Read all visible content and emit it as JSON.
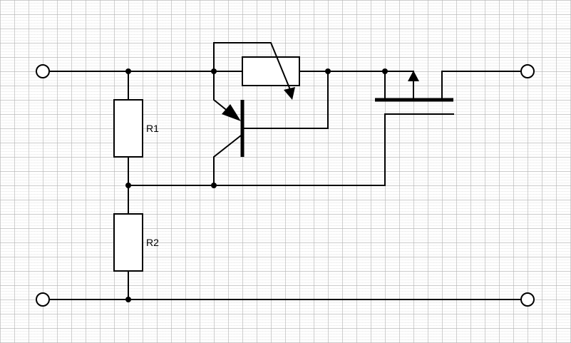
{
  "diagram": {
    "type": "circuit-schematic",
    "labels": {
      "r1": "R1",
      "r2": "R2"
    },
    "colors": {
      "background": "#ffffff",
      "grid": "#c8c8c8",
      "wire": "#000000"
    },
    "components": [
      {
        "kind": "resistor",
        "label": "R1"
      },
      {
        "kind": "resistor",
        "label": "R2"
      },
      {
        "kind": "potentiometer"
      },
      {
        "kind": "pnp-transistor"
      },
      {
        "kind": "mosfet"
      }
    ],
    "terminals": [
      "input-top",
      "input-bottom",
      "output-top",
      "output-bottom"
    ]
  }
}
